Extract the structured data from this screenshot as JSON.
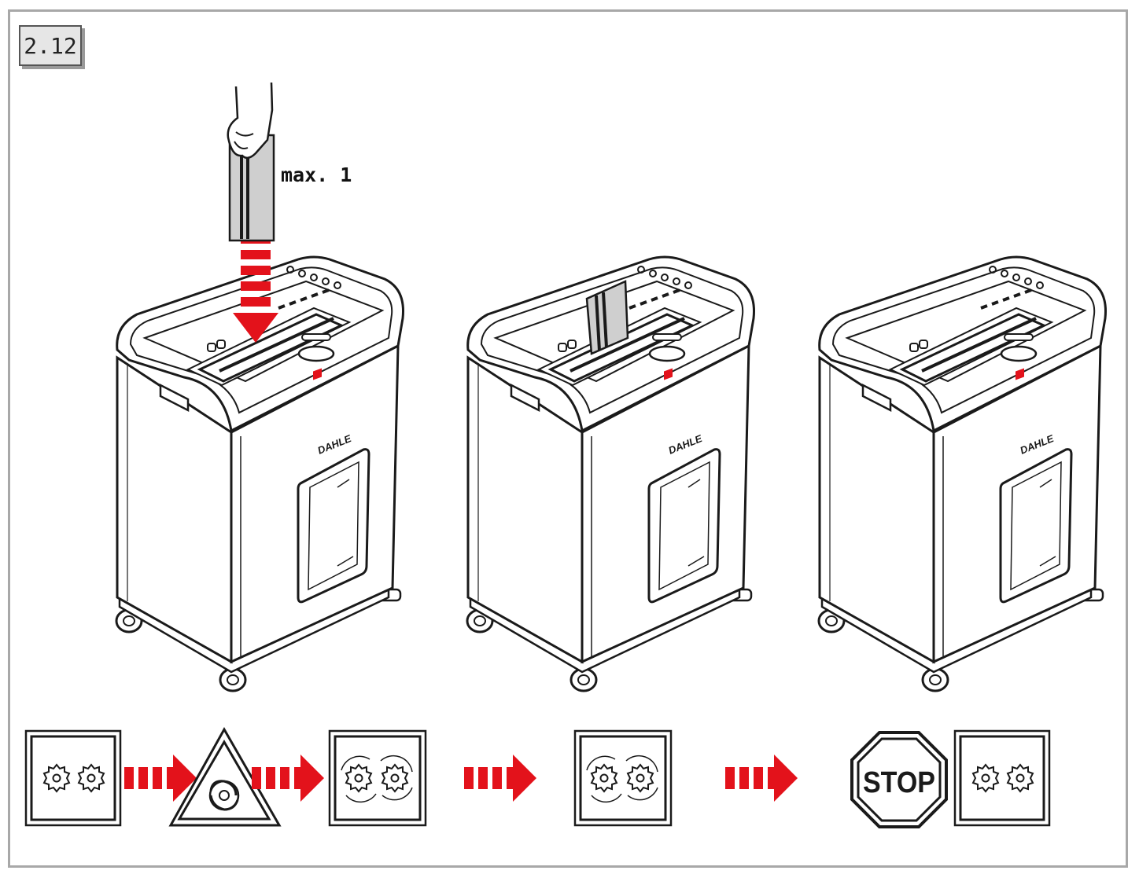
{
  "step": {
    "number": "2.12"
  },
  "insert_hint": {
    "label": "max. 1",
    "item": "card-icon"
  },
  "shredders": [
    {
      "stage": "card-being-inserted",
      "brand": "DAHLE"
    },
    {
      "stage": "card-in-slot",
      "brand": "DAHLE"
    },
    {
      "stage": "card-shredded",
      "brand": "DAHLE"
    }
  ],
  "sequence": [
    {
      "icon": "gears-idle-icon"
    },
    {
      "icon": "arrow-right-icon"
    },
    {
      "icon": "auto-start-sensor-icon"
    },
    {
      "icon": "arrow-right-icon"
    },
    {
      "icon": "gears-running-icon"
    },
    {
      "icon": "arrow-right-icon"
    },
    {
      "icon": "gears-running-icon"
    },
    {
      "icon": "arrow-right-icon"
    },
    {
      "icon": "stop-sign-icon",
      "label": "STOP"
    },
    {
      "icon": "gears-idle-icon"
    }
  ],
  "colors": {
    "accent_red": "#e3121b",
    "line": "#1a1a1a",
    "frame": "#a8a8a8",
    "badge_bg": "#e6e6e6"
  }
}
